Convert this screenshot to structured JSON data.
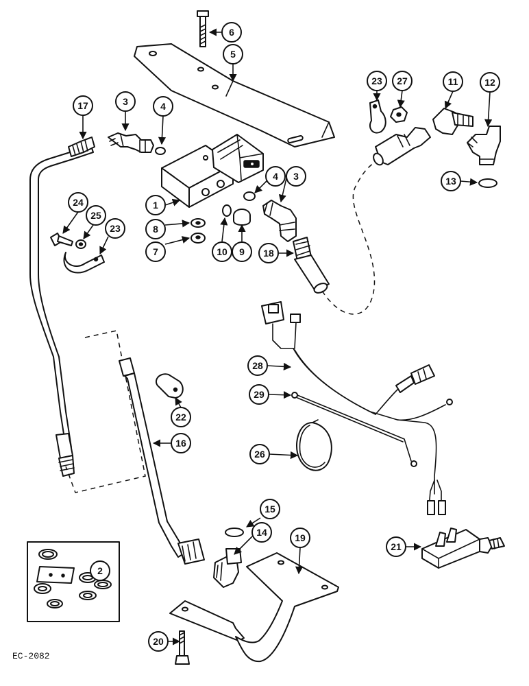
{
  "drawing_code": "EC-2082",
  "callouts": [
    "1",
    "2",
    "3",
    "3",
    "4",
    "4",
    "5",
    "6",
    "7",
    "8",
    "9",
    "10",
    "11",
    "12",
    "13",
    "14",
    "15",
    "16",
    "17",
    "18",
    "19",
    "20",
    "21",
    "22",
    "23",
    "23",
    "24",
    "25",
    "26",
    "27",
    "28",
    "29"
  ]
}
